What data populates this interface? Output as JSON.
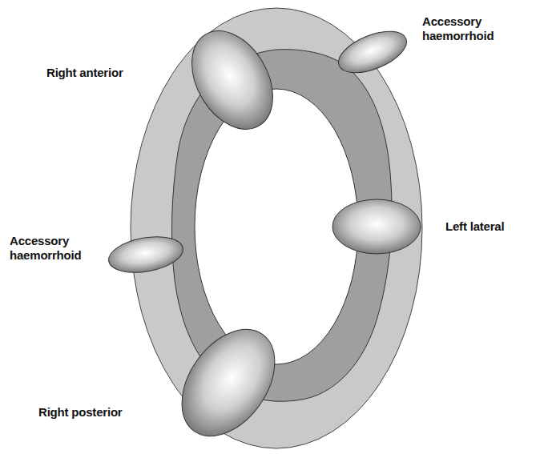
{
  "diagram": {
    "labels": [
      "Right anterior",
      "Accessory haemorrhoid",
      "Left lateral",
      "Accessory haemorrhoid",
      "Right posterior"
    ]
  }
}
